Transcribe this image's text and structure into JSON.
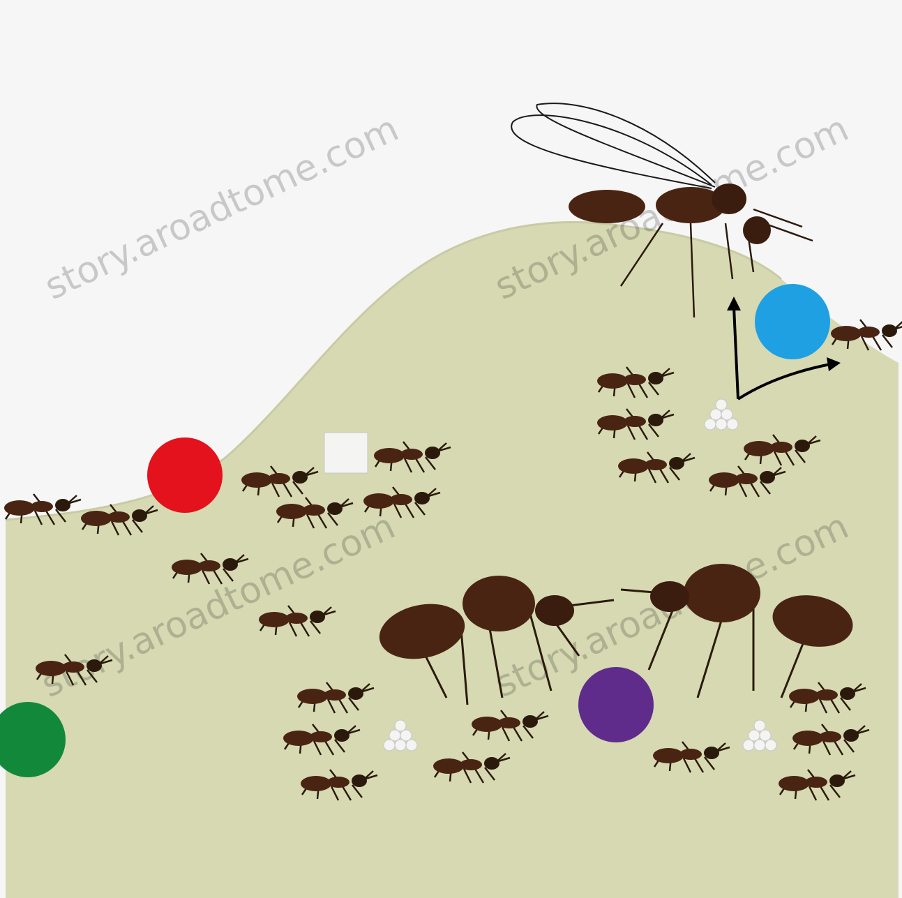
{
  "watermark": "story.aroadtome.com",
  "colors": {
    "sky": "#f6f6f6",
    "ground": "#d6d9b2",
    "ant_body": "#4a2412",
    "ant_dark": "#2b1a0c",
    "ant_halo": "#f0c9b0",
    "eggs": "#f4f4f2",
    "arrow": "#000000"
  },
  "markers": [
    {
      "id": "red",
      "color": "#e3121c",
      "label": ""
    },
    {
      "id": "blue",
      "color": "#1ea0e2",
      "label": ""
    },
    {
      "id": "purple",
      "color": "#5f2c8c",
      "label": ""
    },
    {
      "id": "green",
      "color": "#12893a",
      "label": ""
    }
  ]
}
